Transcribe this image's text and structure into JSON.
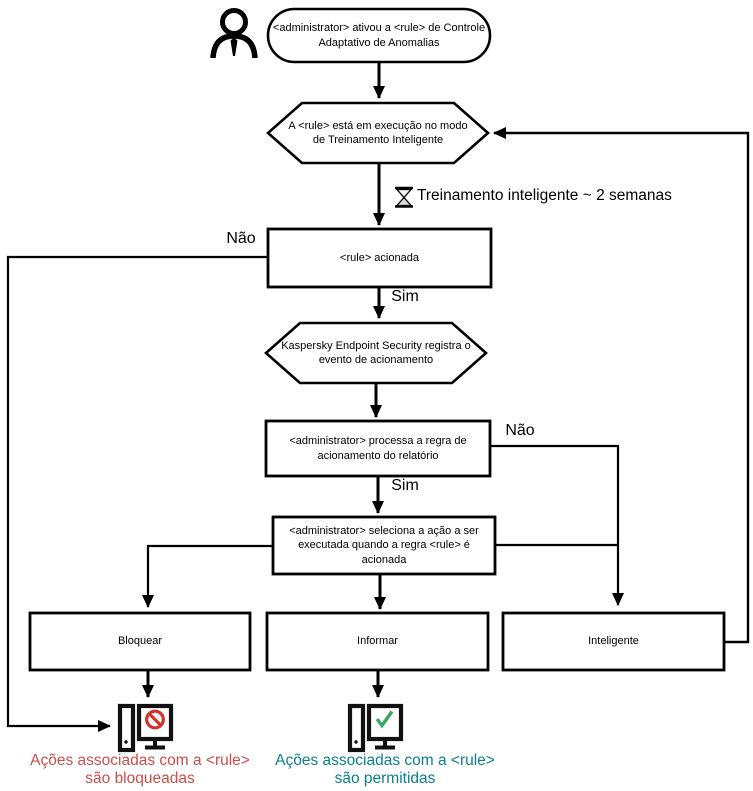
{
  "diagram": {
    "nodes": {
      "start": "<administrator> ativou a <rule> de Controle Adaptativo de Anomalias",
      "training_mode": "A <rule> está em execução no modo de Treinamento Inteligente",
      "rule_triggered": "<rule> acionada",
      "log_event": "Kaspersky Endpoint Security registra o evento de acionamento",
      "process_report": "<administrator> processa a regra de acionamento do relatório",
      "select_action": "<administrator> seleciona a ação a ser executada quando a regra <rule> é acionada",
      "action_block": "Bloquear",
      "action_inform": "Informar",
      "action_smart": "Inteligente"
    },
    "labels": {
      "no_rule_triggered": "Não",
      "yes_rule_triggered": "Sim",
      "no_process_report": "Não",
      "yes_process_report": "Sim"
    },
    "annotations": {
      "training_duration": "Treinamento inteligente ~ 2 semanas"
    },
    "outcomes": {
      "blocked": {
        "text": "Ações associadas com a <rule> são bloqueadas",
        "color": "#ca4f4b",
        "badge_color": "#d2342c"
      },
      "allowed": {
        "text": "Ações associadas com a <rule> são permitidas",
        "color": "#0b7f8d",
        "badge_color": "#3aa662"
      }
    },
    "icons": {
      "person": "person-icon",
      "hourglass": "hourglass-icon",
      "computer_blocked": "computer-blocked-icon",
      "prohibition_badge": "prohibition-icon",
      "computer_allowed": "computer-allowed-icon",
      "check_badge": "check-icon"
    }
  }
}
